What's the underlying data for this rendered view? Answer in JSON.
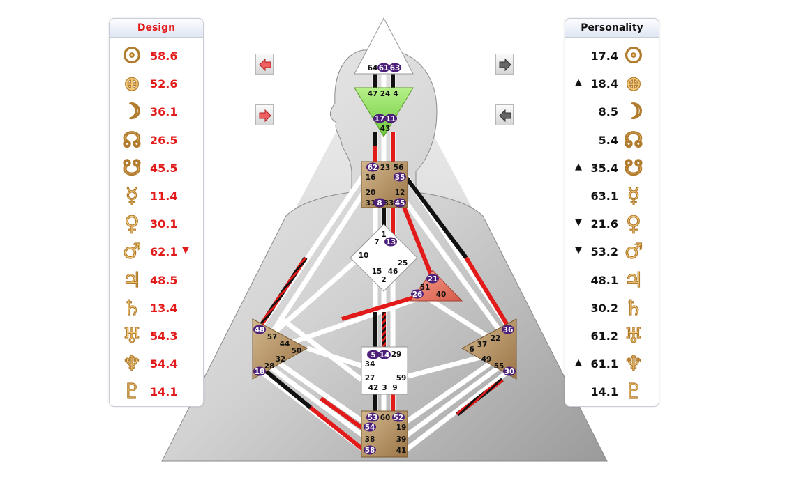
{
  "design": {
    "title": "Design",
    "rows": [
      {
        "planet": "sun-icon",
        "glyph": "☉",
        "value": "58.6",
        "mark": ""
      },
      {
        "planet": "earth-icon",
        "glyph": "⊕",
        "value": "52.6",
        "mark": ""
      },
      {
        "planet": "moon-icon",
        "glyph": "☽",
        "value": "36.1",
        "mark": ""
      },
      {
        "planet": "north-node-icon",
        "glyph": "☊",
        "value": "26.5",
        "mark": ""
      },
      {
        "planet": "south-node-icon",
        "glyph": "☋",
        "value": "45.5",
        "mark": ""
      },
      {
        "planet": "mercury-icon",
        "glyph": "☿",
        "value": "11.4",
        "mark": ""
      },
      {
        "planet": "venus-icon",
        "glyph": "♀",
        "value": "30.1",
        "mark": ""
      },
      {
        "planet": "mars-icon",
        "glyph": "♂",
        "value": "62.1",
        "mark": "▼"
      },
      {
        "planet": "jupiter-icon",
        "glyph": "♃",
        "value": "48.5",
        "mark": ""
      },
      {
        "planet": "saturn-icon",
        "glyph": "♄",
        "value": "13.4",
        "mark": ""
      },
      {
        "planet": "uranus-icon",
        "glyph": "♅",
        "value": "54.3",
        "mark": ""
      },
      {
        "planet": "neptune-icon",
        "glyph": "♆",
        "value": "54.4",
        "mark": ""
      },
      {
        "planet": "pluto-icon",
        "glyph": "♇",
        "value": "14.1",
        "mark": ""
      }
    ]
  },
  "personality": {
    "title": "Personality",
    "rows": [
      {
        "planet": "sun-icon",
        "glyph": "☉",
        "value": "17.4",
        "mark": ""
      },
      {
        "planet": "earth-icon",
        "glyph": "⊕",
        "value": "18.4",
        "mark": "▲"
      },
      {
        "planet": "moon-icon",
        "glyph": "☽",
        "value": "8.5",
        "mark": ""
      },
      {
        "planet": "north-node-icon",
        "glyph": "☊",
        "value": "5.4",
        "mark": ""
      },
      {
        "planet": "south-node-icon",
        "glyph": "☋",
        "value": "35.4",
        "mark": "▲"
      },
      {
        "planet": "mercury-icon",
        "glyph": "☿",
        "value": "63.1",
        "mark": ""
      },
      {
        "planet": "venus-icon",
        "glyph": "♀",
        "value": "21.6",
        "mark": "▼"
      },
      {
        "planet": "mars-icon",
        "glyph": "♂",
        "value": "53.2",
        "mark": "▼"
      },
      {
        "planet": "jupiter-icon",
        "glyph": "♃",
        "value": "48.1",
        "mark": ""
      },
      {
        "planet": "saturn-icon",
        "glyph": "♄",
        "value": "30.2",
        "mark": ""
      },
      {
        "planet": "uranus-icon",
        "glyph": "♅",
        "value": "61.2",
        "mark": ""
      },
      {
        "planet": "neptune-icon",
        "glyph": "♆",
        "value": "61.1",
        "mark": "▲"
      },
      {
        "planet": "pluto-icon",
        "glyph": "♇",
        "value": "14.1",
        "mark": ""
      }
    ]
  },
  "nav": {
    "design_prev": "red-left-arrow-icon",
    "design_next": "red-right-arrow-icon",
    "personality_next": "gray-right-arrow-icon",
    "personality_prev": "gray-left-arrow-icon"
  },
  "colors": {
    "design": "#e21a1a",
    "personality": "#111111",
    "defined_gate": "#4b1f7a",
    "head_center": "#ffffff",
    "ajna_center": "#7ed957",
    "defined_center": "#b08f5c",
    "emotional_center": "#e87c6c"
  },
  "gates": {
    "head": [
      "64",
      "61",
      "63"
    ],
    "ajna": [
      "47",
      "24",
      "4",
      "17",
      "11",
      "43"
    ],
    "throat": [
      "62",
      "23",
      "56",
      "16",
      "35",
      "20",
      "12",
      "31",
      "8",
      "33",
      "45"
    ],
    "g": [
      "1",
      "7",
      "13",
      "10",
      "25",
      "15",
      "46",
      "2"
    ],
    "ego": [
      "21",
      "51",
      "26",
      "40"
    ],
    "spleen": [
      "48",
      "57",
      "44",
      "50",
      "32",
      "28",
      "18"
    ],
    "solar_plexus": [
      "36",
      "22",
      "6",
      "37",
      "49",
      "55",
      "30"
    ],
    "sacral": [
      "5",
      "14",
      "29",
      "34",
      "27",
      "59",
      "42",
      "3",
      "9"
    ],
    "root": [
      "53",
      "60",
      "52",
      "54",
      "19",
      "38",
      "39",
      "58",
      "41"
    ]
  }
}
